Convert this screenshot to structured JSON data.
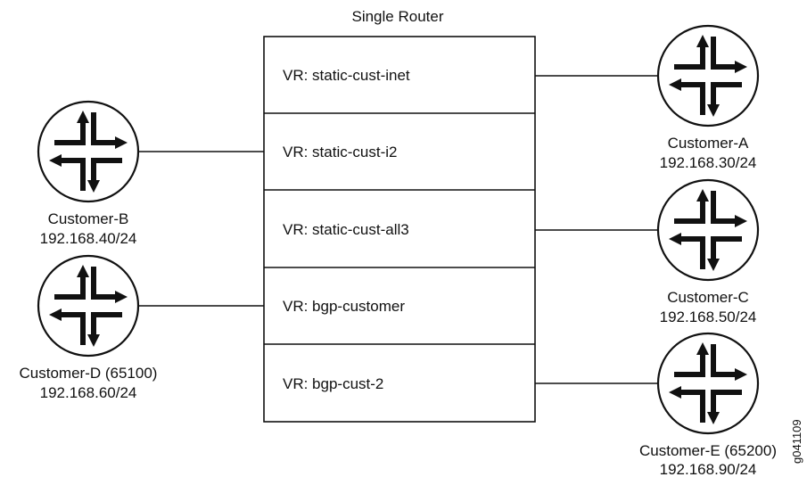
{
  "title": "Single Router",
  "figure_id": "g041109",
  "virtual_routers": [
    {
      "label": "VR: static-cust-inet"
    },
    {
      "label": "VR: static-cust-i2"
    },
    {
      "label": "VR: static-cust-all3"
    },
    {
      "label": "VR: bgp-customer"
    },
    {
      "label": "VR: bgp-cust-2"
    }
  ],
  "customers": [
    {
      "name": "Customer-A",
      "network": "192.168.30/24",
      "icon": "router-icon"
    },
    {
      "name": "Customer-B",
      "network": "192.168.40/24",
      "icon": "router-icon"
    },
    {
      "name": "Customer-C",
      "network": "192.168.50/24",
      "icon": "router-icon"
    },
    {
      "name": "Customer-D (65100)",
      "network": "192.168.60/24",
      "icon": "router-icon"
    },
    {
      "name": "Customer-E (65200)",
      "network": "192.168.90/24",
      "icon": "router-icon"
    }
  ],
  "colors": {
    "stroke": "#111111",
    "background": "#ffffff"
  }
}
